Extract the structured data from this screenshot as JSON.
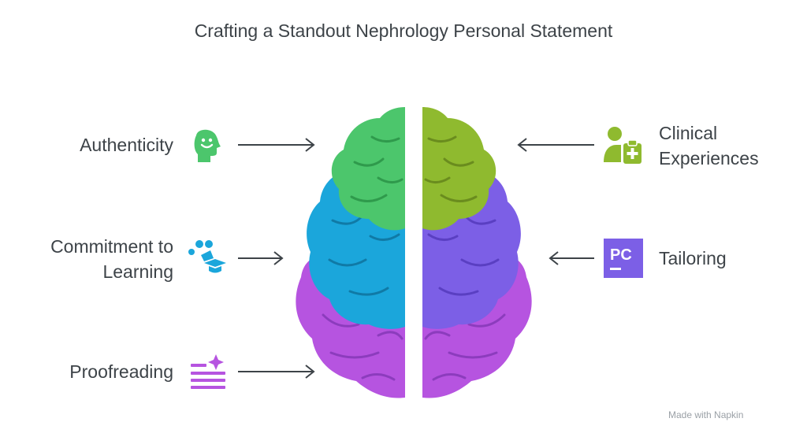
{
  "title": "Crafting a Standout Nephrology Personal Statement",
  "items": {
    "authenticity": {
      "label": "Authenticity",
      "color": "#4cc66c"
    },
    "commitment": {
      "line1": "Commitment to",
      "line2": "Learning",
      "color": "#1ba6db"
    },
    "proofreading": {
      "label": "Proofreading",
      "color": "#b654e0"
    },
    "clinical": {
      "line1": "Clinical",
      "line2": "Experiences",
      "color": "#8fba2f"
    },
    "tailoring": {
      "label": "Tailoring",
      "icon_text": "PC",
      "color": "#7c5fe6"
    }
  },
  "footer": "Made with Napkin"
}
